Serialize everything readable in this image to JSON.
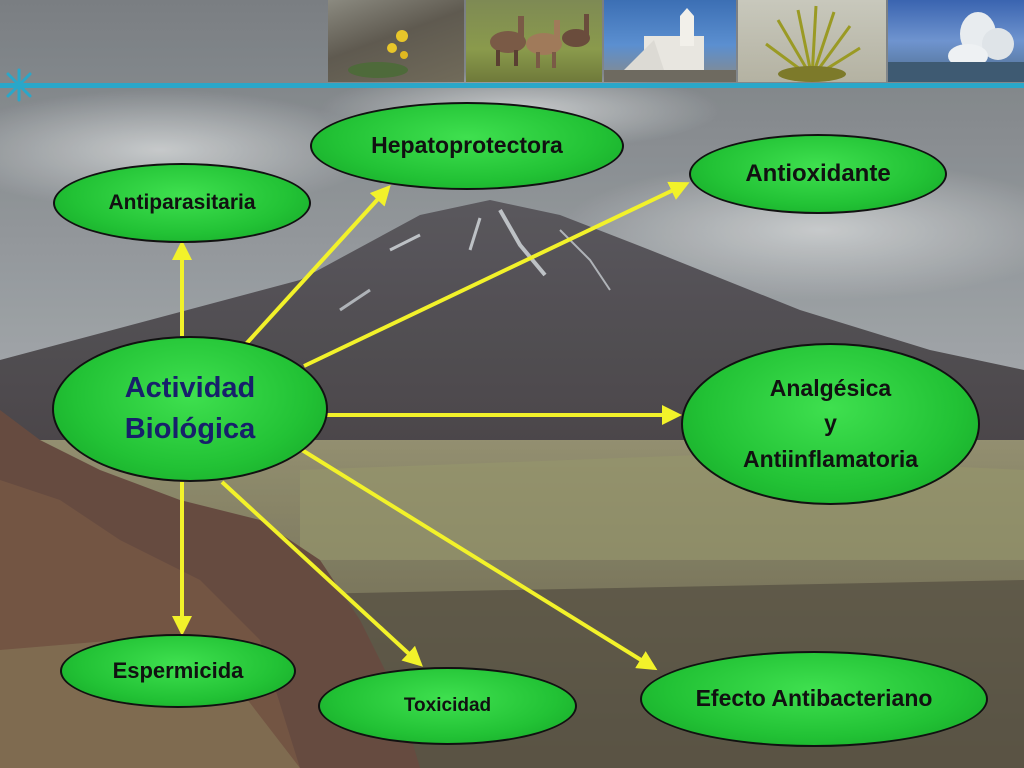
{
  "diagram": {
    "center": {
      "line1": "Actividad",
      "line2": "Biológica"
    },
    "nodes": {
      "hepatoprotectora": "Hepatoprotectora",
      "antioxidante": "Antioxidante",
      "antiparasitaria": "Antiparasitaria",
      "analgesica_1": "Analgésica",
      "analgesica_2": "y",
      "analgesica_3": "Antiinflamatoria",
      "espermicida": "Espermicida",
      "toxicidad": "Toxicidad",
      "efecto_antibacteriano": "Efecto Antibacteriano"
    }
  },
  "colors": {
    "node_fill": "#22c235",
    "arrow": "#f2f22a",
    "accent_line": "#2aa7c9",
    "center_text": "#17206b"
  },
  "icons": {
    "header_ornament": "snowflake-icon"
  }
}
